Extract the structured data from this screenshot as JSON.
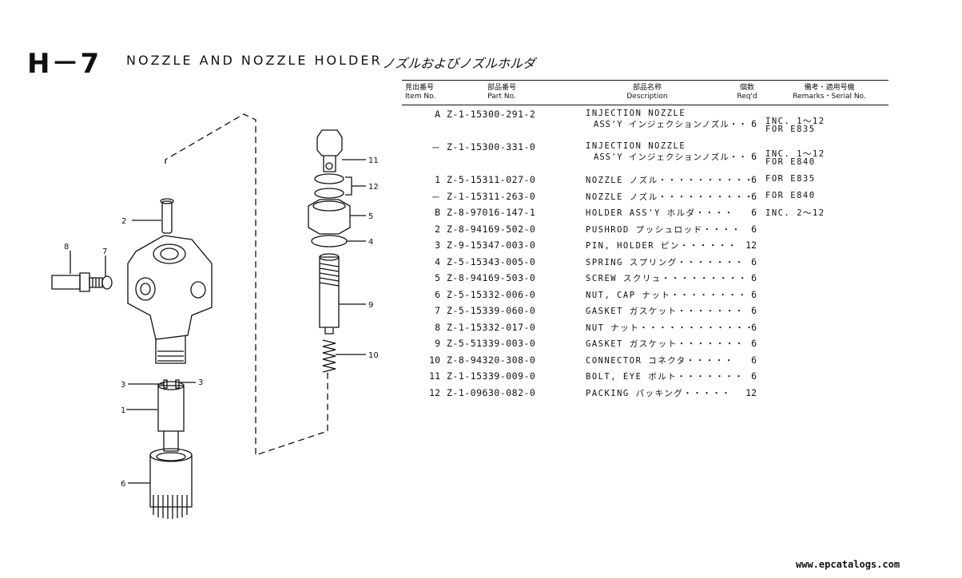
{
  "header": {
    "page_code": "H－7",
    "title_en": "NOZZLE AND NOZZLE HOLDER",
    "title_ja": "ノズルおよびノズルホルダ"
  },
  "table": {
    "headers": {
      "item_ja": "見出番号",
      "item_en": "Item No.",
      "part_ja": "部品番号",
      "part_en": "Part No.",
      "desc_ja": "部品名称",
      "desc_en": "Description",
      "req_ja": "個数",
      "req_en": "Req'd",
      "remarks_ja": "備考・適用号機",
      "remarks_en": "Remarks・Serial No."
    },
    "rows": [
      {
        "item": "A",
        "part": "Z-1-15300-291-2",
        "desc": "INJECTION NOZZLE",
        "desc2": "ASS'Y インジェクションノズル・・",
        "req": "6",
        "remarks": "INC. 1～12",
        "remarks2": "FOR E835"
      },
      {
        "item": "－",
        "part": "Z-1-15300-331-0",
        "desc": "INJECTION NOZZLE",
        "desc2": "ASS'Y インジェクションノズル・・",
        "req": "6",
        "remarks": "INC. 1～12",
        "remarks2": "FOR E840"
      },
      {
        "item": "1",
        "part": "Z-5-15311-027-0",
        "desc": "NOZZLE ノズル・・・・・・・・・・",
        "req": "6",
        "remarks": "FOR E835"
      },
      {
        "item": "－",
        "part": "Z-1-15311-263-0",
        "desc": "NOZZLE ノズル・・・・・・・・・・",
        "req": "6",
        "remarks": "FOR E840"
      },
      {
        "item": "B",
        "part": "Z-8-97016-147-1",
        "desc": "HOLDER ASS'Y ホルダ・・・・",
        "req": "6",
        "remarks": "INC. 2～12"
      },
      {
        "item": "2",
        "part": "Z-8-94169-502-0",
        "desc": "PUSHROD プッシュロッド・・・・",
        "req": "6",
        "remarks": ""
      },
      {
        "item": "3",
        "part": "Z-9-15347-003-0",
        "desc": "PIN, HOLDER ピン・・・・・・",
        "req": "12",
        "remarks": ""
      },
      {
        "item": "4",
        "part": "Z-5-15343-005-0",
        "desc": "SPRING スプリング・・・・・・・",
        "req": "6",
        "remarks": ""
      },
      {
        "item": "5",
        "part": "Z-8-94169-503-0",
        "desc": "SCREW スクリュ・・・・・・・・・",
        "req": "6",
        "remarks": ""
      },
      {
        "item": "6",
        "part": "Z-5-15332-006-0",
        "desc": "NUT, CAP ナット・・・・・・・・",
        "req": "6",
        "remarks": ""
      },
      {
        "item": "7",
        "part": "Z-5-15339-060-0",
        "desc": "GASKET ガスケット・・・・・・・",
        "req": "6",
        "remarks": ""
      },
      {
        "item": "8",
        "part": "Z-1-15332-017-0",
        "desc": "NUT ナット・・・・・・・・・・・・",
        "req": "6",
        "remarks": ""
      },
      {
        "item": "9",
        "part": "Z-5-51339-003-0",
        "desc": "GASKET ガスケット・・・・・・・",
        "req": "6",
        "remarks": ""
      },
      {
        "item": "10",
        "part": "Z-8-94320-308-0",
        "desc": "CONNECTOR コネクタ・・・・・",
        "req": "6",
        "remarks": ""
      },
      {
        "item": "11",
        "part": "Z-1-15339-009-0",
        "desc": "BOLT, EYE ボルト・・・・・・・",
        "req": "6",
        "remarks": ""
      },
      {
        "item": "12",
        "part": "Z-1-09630-082-0",
        "desc": "PACKING パッキング・・・・・",
        "req": "12",
        "remarks": ""
      }
    ]
  },
  "diagram": {
    "callouts": [
      "1",
      "2",
      "3",
      "3",
      "4",
      "5",
      "6",
      "7",
      "8",
      "9",
      "10",
      "11",
      "12"
    ]
  },
  "footer": {
    "url": "www.epcatalogs.com"
  }
}
